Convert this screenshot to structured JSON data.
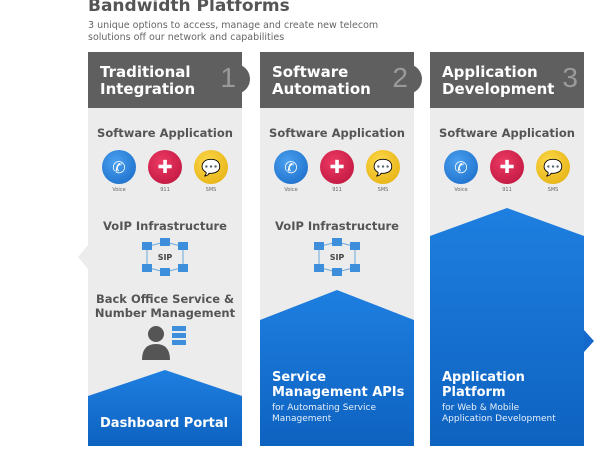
{
  "title": "Bandwidth Platforms",
  "subtitle": "3 unique options to access, manage and create new telecom solutions off our network and capabilities",
  "colors": {
    "header": "#5f5f5f",
    "panel": "#ececec",
    "blue": "#1a73d0",
    "voice": "#2a80d8",
    "e911": "#d61f4c",
    "sms": "#f2c21b"
  },
  "icon_labels": {
    "voice": "Voice",
    "e911": "911",
    "sms": "SMS",
    "sip": "SIP",
    "e911_badge": "911"
  },
  "columns": [
    {
      "name_line1": "Traditional",
      "name_line2": "Integration",
      "number": "1",
      "software": "Software Application",
      "voip": "VoIP Infrastructure",
      "backoffice_line1": "Back Office Service &",
      "backoffice_line2": "Number Management",
      "blue_title": "Dashboard Portal"
    },
    {
      "name_line1": "Software",
      "name_line2": "Automation",
      "number": "2",
      "software": "Software Application",
      "voip": "VoIP Infrastructure",
      "blue_title_line1": "Service",
      "blue_title_line2": "Management APIs",
      "blue_sub_line1": "for Automating Service",
      "blue_sub_line2": "Management"
    },
    {
      "name_line1": "Application",
      "name_line2": "Development",
      "number": "3",
      "software": "Software Application",
      "blue_title_line1": "Application",
      "blue_title_line2": "Platform",
      "blue_sub_line1": "for Web & Mobile",
      "blue_sub_line2": "Application Development"
    }
  ]
}
